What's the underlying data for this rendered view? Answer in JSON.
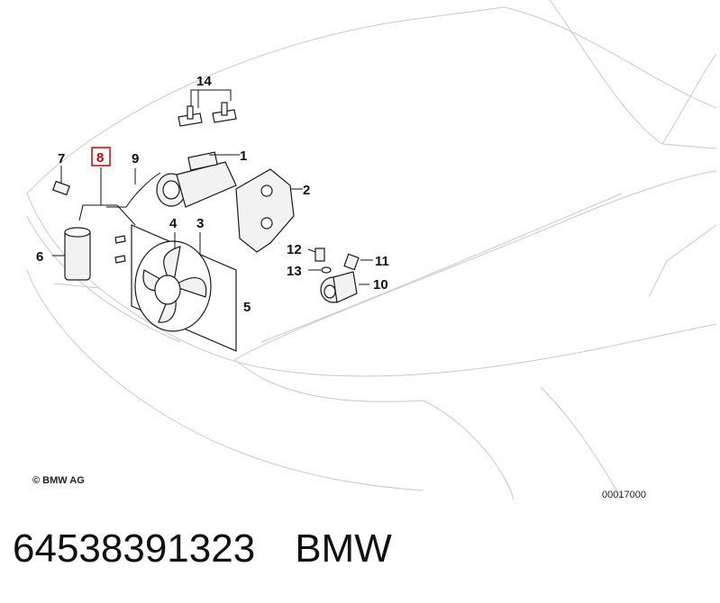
{
  "diagram": {
    "copyright": "© BMW AG",
    "drawing_number": "00017000",
    "highlighted_callout": "8",
    "highlight_color": "#d40000",
    "callouts": [
      "1",
      "2",
      "3",
      "4",
      "5",
      "6",
      "7",
      "8",
      "9",
      "10",
      "11",
      "12",
      "13",
      "14"
    ]
  },
  "footer": {
    "part_number": "64538391323",
    "brand": "BMW"
  }
}
